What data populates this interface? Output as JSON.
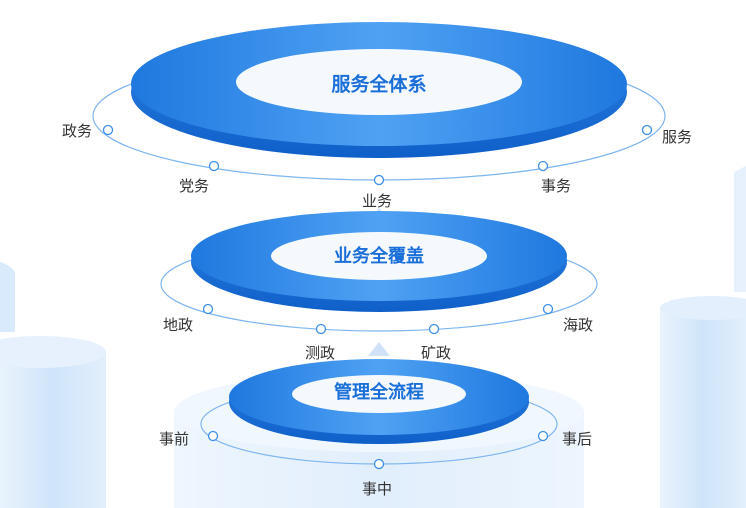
{
  "colors": {
    "ring_dark": "#1e78e0",
    "ring_light": "#62aef7",
    "title": "#1b6fd8",
    "node_stroke": "#3d8fe6",
    "orbit": "#7db5ef",
    "cylinder": "#d6e9fb"
  },
  "layers": [
    {
      "title": "服务全体系",
      "nodes": [
        "政务",
        "党务",
        "业务",
        "事务",
        "服务"
      ]
    },
    {
      "title": "业务全覆盖",
      "nodes": [
        "地政",
        "测政",
        "矿政",
        "海政"
      ]
    },
    {
      "title": "管理全流程",
      "nodes": [
        "事前",
        "事中",
        "事后"
      ]
    }
  ]
}
